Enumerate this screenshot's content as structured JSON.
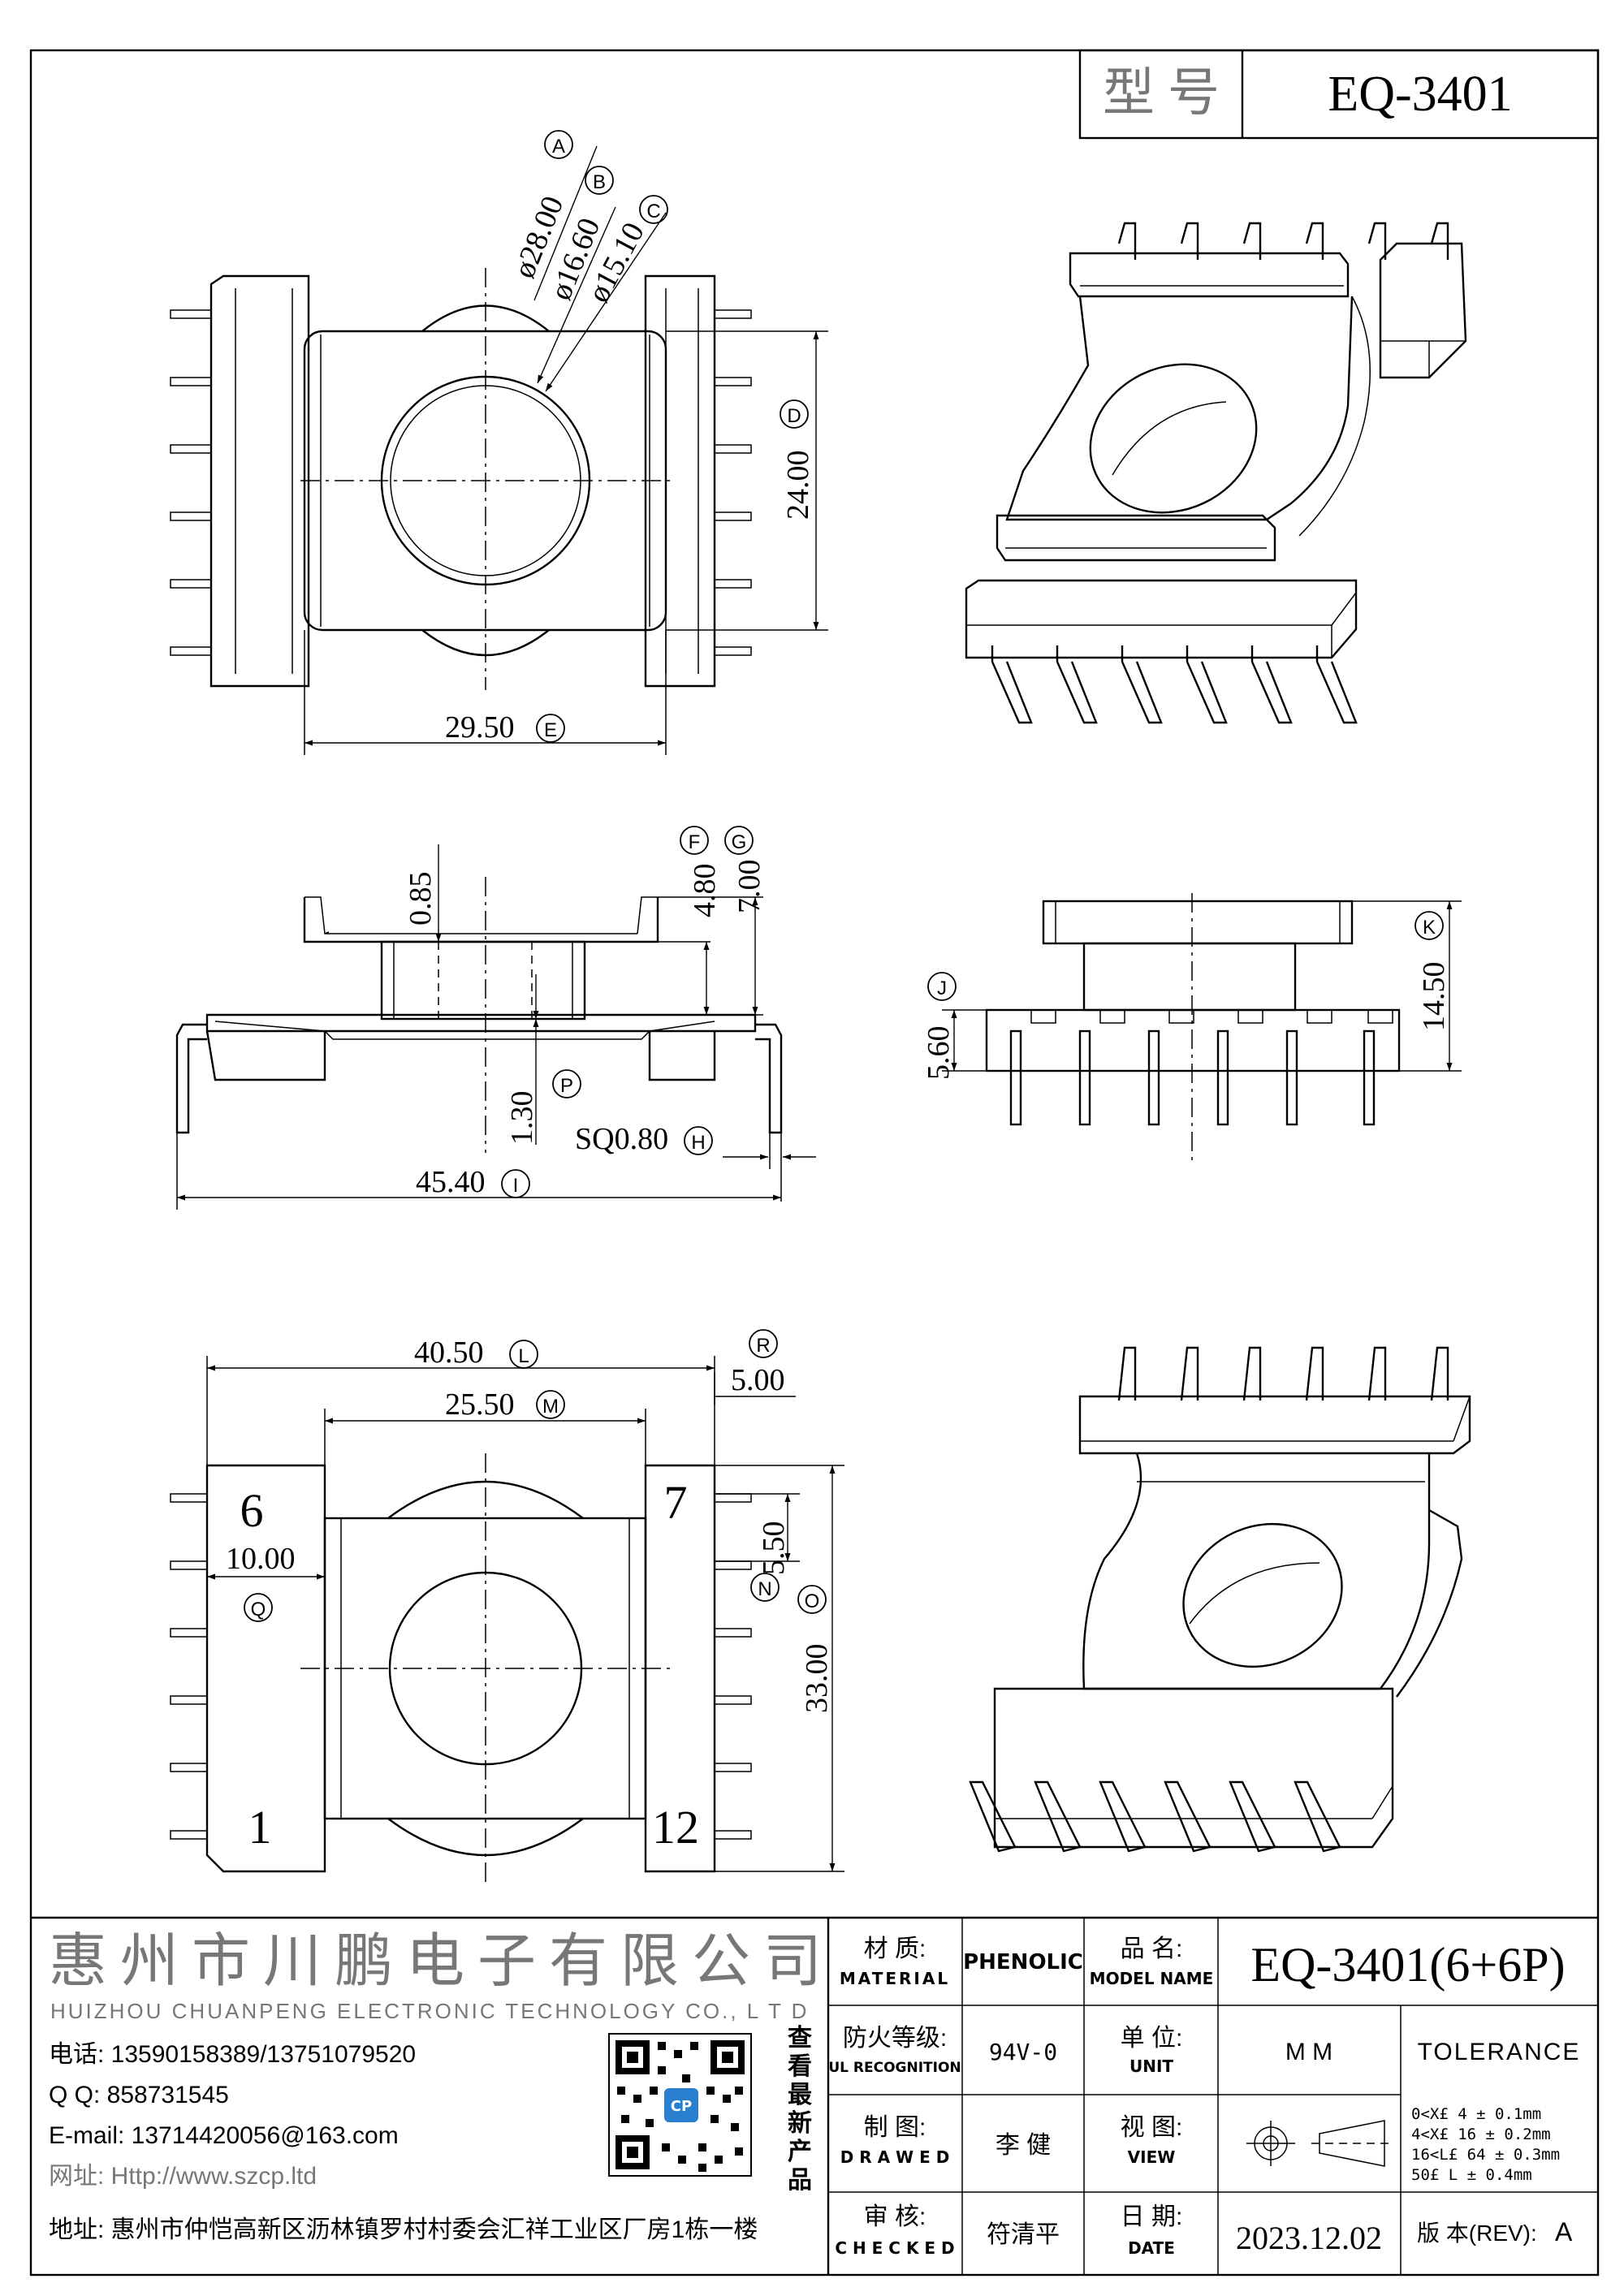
{
  "title_block": {
    "model_label": "型 号",
    "model_value": "EQ-3401"
  },
  "dimensions": {
    "d_a": "ø28.00",
    "d_b": "ø16.60",
    "d_c": "ø15.10",
    "d_d": "24.00",
    "d_e": "29.50",
    "d_f": "4.80",
    "d_g": "7.00",
    "d_085": "0.85",
    "d_p": "1.30",
    "d_h": "SQ0.80",
    "d_i": "45.40",
    "d_j": "5.60",
    "d_k": "14.50",
    "d_l": "40.50",
    "d_m": "25.50",
    "d_r": "5.00",
    "d_n": "5.50",
    "d_q": "10.00",
    "d_o": "33.00"
  },
  "markers": {
    "a": "A",
    "b": "B",
    "c": "C",
    "d": "D",
    "e": "E",
    "f": "F",
    "g": "G",
    "h": "H",
    "i": "I",
    "j": "J",
    "k": "K",
    "l": "L",
    "m": "M",
    "n": "N",
    "o": "O",
    "p": "P",
    "q": "Q",
    "r": "R"
  },
  "pin_labels": {
    "p6": "6",
    "p7": "7",
    "p1": "1",
    "p12": "12"
  },
  "company": {
    "name_cn": "惠州市川鹏电子有限公司",
    "name_en": "HUIZHOU CHUANPENG ELECTRONIC TECHNOLOGY CO., L T D",
    "phone": "电话: 13590158389/13751079520",
    "qq": "Q Q:  858731545",
    "email": "E-mail: 13714420056@163.com",
    "web": "网址: Http://www.szcp.ltd",
    "address": "地址: 惠州市仲恺高新区沥林镇罗村村委会汇祥工业区厂房1栋一楼",
    "qr_caption": [
      "查",
      "看",
      "最",
      "新",
      "产",
      "品"
    ],
    "qr_logo": "CP"
  },
  "specs": {
    "material_cn": "材 质:",
    "material_en": "MATERIAL",
    "material_value": "PHENOLIC",
    "model_cn": "品 名:",
    "model_en": "MODEL NAME",
    "model_value": "EQ-3401(6+6P)",
    "fire_cn": "防火等级:",
    "fire_en": "UL RECOGNITION",
    "fire_value": "94V-0",
    "unit_cn": "单 位:",
    "unit_en": "UNIT",
    "unit_value": "M M",
    "tolerance_label": "TOLERANCE",
    "drawn_cn": "制 图:",
    "drawn_en": "D R A W E D",
    "drawn_value": "李 健",
    "view_cn": "视 图:",
    "view_en": "VIEW",
    "checked_cn": "审 核:",
    "checked_en": "C H E C K E D",
    "checked_value": "符清平",
    "date_cn": "日 期:",
    "date_en": "DATE",
    "date_value": "2023.12.02",
    "rev_label": "版 本(REV):",
    "rev_value": "A",
    "tolerances": [
      "0<X£ 4    ± 0.1mm",
      "4<X£ 16   ± 0.2mm",
      "16<L£ 64  ± 0.3mm",
      "50£ L     ± 0.4mm"
    ]
  }
}
